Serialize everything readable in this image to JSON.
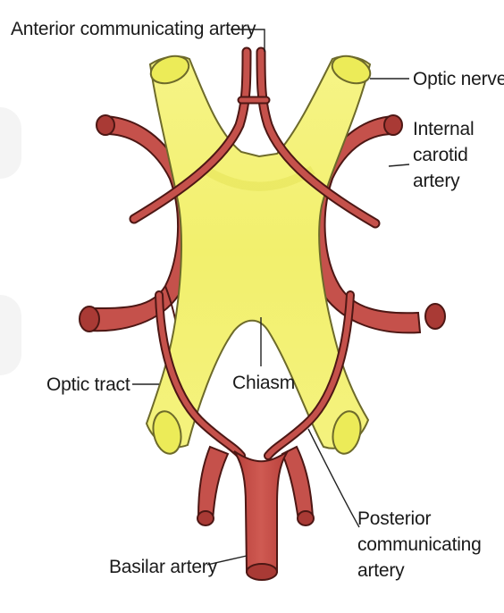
{
  "labels": {
    "anterior_communicating_artery": "Anterior communicating artery",
    "optic_nerve": "Optic nerve",
    "internal_carotid_artery": [
      "Internal",
      "carotid",
      "artery"
    ],
    "optic_tract": "Optic tract",
    "chiasm": "Chiasm",
    "posterior_communicating_artery": [
      "Posterior",
      "communicating",
      "artery"
    ],
    "basilar_artery": "Basilar artery"
  },
  "colors": {
    "optic_structure_fill": "#f4f27e",
    "optic_structure_highlight": "#eceb58",
    "optic_structure_outline": "#6d6a2a",
    "artery_fill": "#c5514b",
    "artery_dark": "#8e2c2a",
    "artery_outline": "#4d1714",
    "leader_line": "#222222"
  }
}
